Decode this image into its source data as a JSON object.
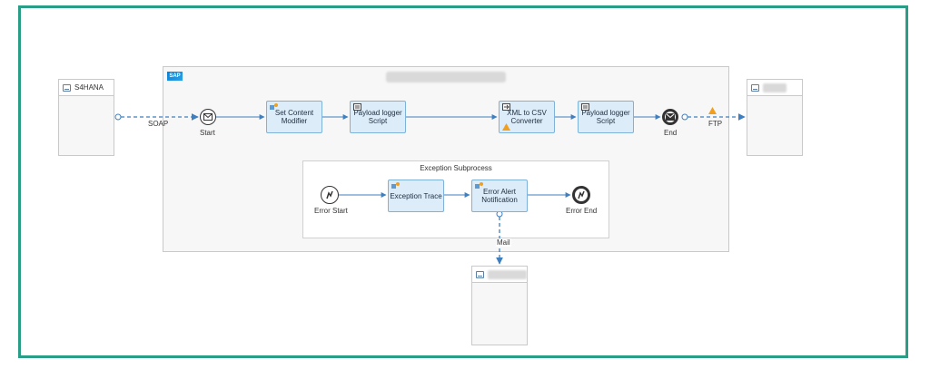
{
  "integration_flow": {
    "sender": {
      "name": "S4HANA"
    },
    "sender_channel": "SOAP",
    "receiver_channel": "FTP",
    "mail_channel": "Mail",
    "events": {
      "start": "Start",
      "end": "End",
      "error_start": "Error Start",
      "error_end": "Error End"
    },
    "steps": [
      "Set Content Modifier",
      "Payload logger Script",
      "XML to CSV Converter",
      "Payload logger Script"
    ],
    "exception_subprocess": {
      "title": "Exception Subprocess",
      "steps": [
        "Exception Trace",
        "Error Alert Notification"
      ]
    },
    "pool_logo": "SAP"
  },
  "colors": {
    "frame_border": "#2a9d87",
    "task_fill": "#dcecf9",
    "connector": "#3f7fbf",
    "warning": "#f0a01e"
  }
}
